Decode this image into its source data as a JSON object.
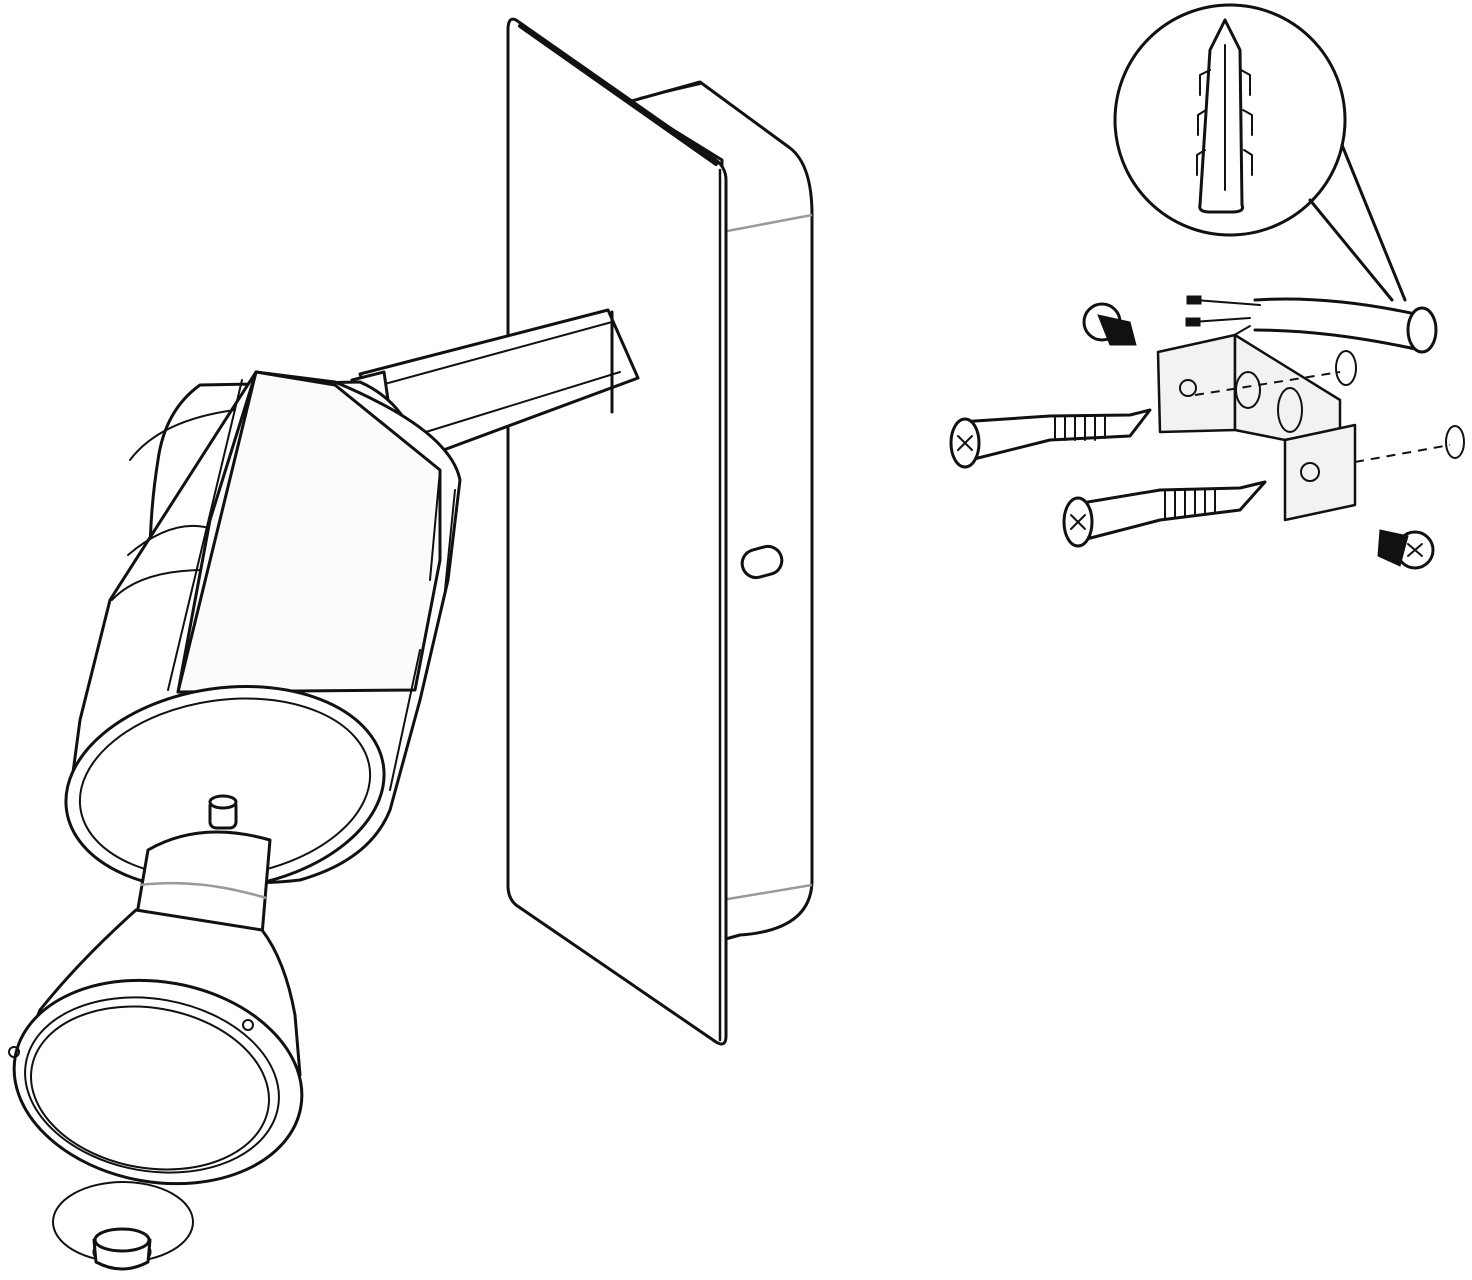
{
  "figure": {
    "kind": "exploded assembly drawing",
    "parts": [
      {
        "id": "wall-plate",
        "icon": "rectangular-plate"
      },
      {
        "id": "spot-head",
        "icon": "cylindrical-spotlight"
      },
      {
        "id": "lamp",
        "icon": "gu10-bulb"
      },
      {
        "id": "bulb-detail",
        "icon": "magnified-circle"
      },
      {
        "id": "wall-plug-detail",
        "icon": "wall-plug-anchor"
      },
      {
        "id": "mounting-bracket",
        "icon": "l-bracket"
      },
      {
        "id": "wood-screws",
        "icon": "countersunk-screw",
        "count": 2
      },
      {
        "id": "machine-screws",
        "icon": "pan-head-screw",
        "count": 2
      },
      {
        "id": "mains-cable",
        "icon": "three-core-cable"
      }
    ],
    "line_color": "#111111",
    "background": "#ffffff"
  }
}
